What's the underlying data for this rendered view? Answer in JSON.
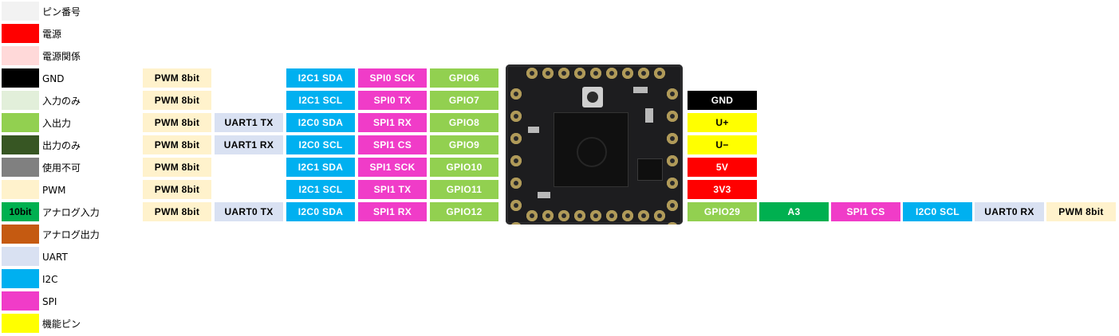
{
  "legend": [
    {
      "label": "ピン番号",
      "swatch_text": "",
      "color": "#f2f2f2"
    },
    {
      "label": "電源",
      "swatch_text": "",
      "color": "#ff0000"
    },
    {
      "label": "電源関係",
      "swatch_text": "",
      "color": "#ffd9d9"
    },
    {
      "label": "GND",
      "swatch_text": "",
      "color": "#000000"
    },
    {
      "label": "入力のみ",
      "swatch_text": "",
      "color": "#e2efda"
    },
    {
      "label": "入出力",
      "swatch_text": "",
      "color": "#92d050"
    },
    {
      "label": "出力のみ",
      "swatch_text": "",
      "color": "#375623"
    },
    {
      "label": "使用不可",
      "swatch_text": "",
      "color": "#808080"
    },
    {
      "label": "PWM",
      "swatch_text": "",
      "color": "#fff2cc"
    },
    {
      "label": "アナログ入力",
      "swatch_text": "10bit",
      "color": "#00b050"
    },
    {
      "label": "アナログ出力",
      "swatch_text": "",
      "color": "#c55a11"
    },
    {
      "label": "UART",
      "swatch_text": "",
      "color": "#d9e1f2"
    },
    {
      "label": "I2C",
      "swatch_text": "",
      "color": "#00b0f0"
    },
    {
      "label": "SPI",
      "swatch_text": "",
      "color": "#f03cc8"
    },
    {
      "label": "機能ピン",
      "swatch_text": "",
      "color": "#ffff00"
    }
  ],
  "left_pins": [
    {
      "pwm": "PWM 8bit",
      "uart": "",
      "i2c": "I2C1 SDA",
      "spi": "SPI0 SCK",
      "gpio": "GPIO6"
    },
    {
      "pwm": "PWM 8bit",
      "uart": "",
      "i2c": "I2C1 SCL",
      "spi": "SPI0 TX",
      "gpio": "GPIO7"
    },
    {
      "pwm": "PWM 8bit",
      "uart": "UART1 TX",
      "i2c": "I2C0 SDA",
      "spi": "SPI1 RX",
      "gpio": "GPIO8"
    },
    {
      "pwm": "PWM 8bit",
      "uart": "UART1 RX",
      "i2c": "I2C0 SCL",
      "spi": "SPI1 CS",
      "gpio": "GPIO9"
    },
    {
      "pwm": "PWM 8bit",
      "uart": "",
      "i2c": "I2C1 SDA",
      "spi": "SPI1 SCK",
      "gpio": "GPIO10"
    },
    {
      "pwm": "PWM 8bit",
      "uart": "",
      "i2c": "I2C1 SCL",
      "spi": "SPI1 TX",
      "gpio": "GPIO11"
    },
    {
      "pwm": "PWM 8bit",
      "uart": "UART0 TX",
      "i2c": "I2C0 SDA",
      "spi": "SPI1 RX",
      "gpio": "GPIO12"
    }
  ],
  "right_pins": [
    {
      "label": "GND",
      "type": "gnd"
    },
    {
      "label": "U+",
      "type": "func"
    },
    {
      "label": "U−",
      "type": "func"
    },
    {
      "label": "5V",
      "type": "power"
    },
    {
      "label": "3V3",
      "type": "power"
    }
  ],
  "bottom_right_pin": {
    "gpio": "GPIO29",
    "analog": "A3",
    "spi": "SPI1 CS",
    "i2c": "I2C0 SCL",
    "uart": "UART0 RX",
    "pwm": "PWM 8bit"
  },
  "colors": {
    "pwm": "#fff2cc",
    "uart": "#d9e1f2",
    "i2c": "#00b0f0",
    "spi": "#f03cc8",
    "gpio": "#92d050",
    "gnd": "#000000",
    "func": "#ffff00",
    "power": "#ff0000",
    "analog": "#00b050"
  },
  "board_image": "rp2040-board-photo"
}
